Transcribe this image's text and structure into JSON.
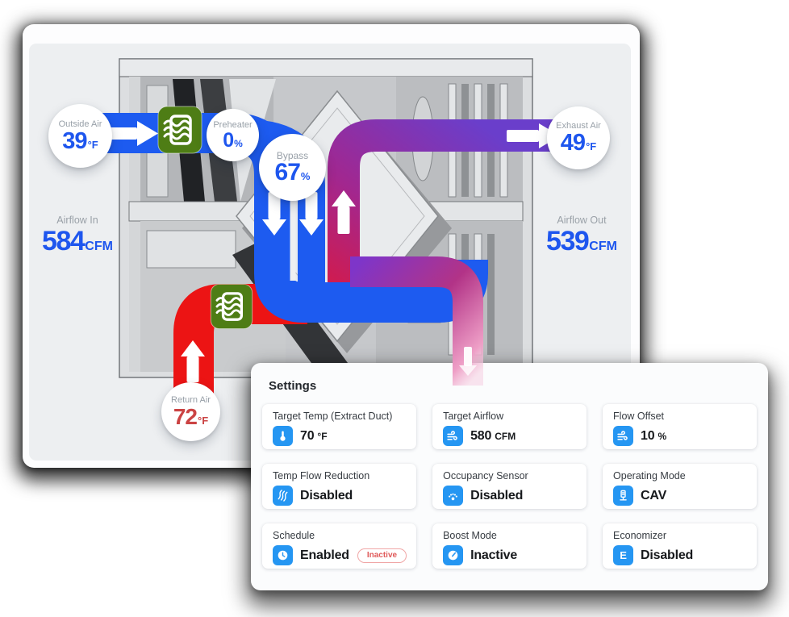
{
  "diagram": {
    "nodes": {
      "outside_air": {
        "label": "Outside Air",
        "value": "39",
        "unit": "°F"
      },
      "preheater": {
        "label": "Preheater",
        "value": "0",
        "unit": "%"
      },
      "bypass": {
        "label": "Bypass",
        "value": "67",
        "unit": "%"
      },
      "exhaust_air": {
        "label": "Exhaust Air",
        "value": "49",
        "unit": "°F"
      },
      "return_air": {
        "label": "Return Air",
        "value": "72",
        "unit": "°F"
      }
    },
    "metrics": {
      "airflow_in": {
        "label": "Airflow In",
        "value": "584",
        "unit": "CFM"
      },
      "airflow_out": {
        "label": "Airflow Out",
        "value": "539",
        "unit": "CFM"
      }
    },
    "colors": {
      "supply_blue": "#1d5bf0",
      "return_red": "#ec1414",
      "exhaust_purple": "#6a3ecb",
      "value_text_blue": "#1e56ee",
      "return_text_red": "#cb4343",
      "filter_green": "#4e7d15"
    }
  },
  "settings": {
    "title": "Settings",
    "accent_blue": "#2596f2",
    "cards": [
      {
        "label": "Target Temp (Extract Duct)",
        "icon": "thermometer-icon",
        "value": "70",
        "unit": "°F"
      },
      {
        "label": "Target Airflow",
        "icon": "airflow-icon",
        "value": "580",
        "unit": "CFM"
      },
      {
        "label": "Flow Offset",
        "icon": "flow-offset-icon",
        "value": "10",
        "unit": "%"
      },
      {
        "label": "Temp Flow Reduction",
        "icon": "temp-flow-reduction-icon",
        "value": "Disabled"
      },
      {
        "label": "Occupancy Sensor",
        "icon": "occupancy-sensor-icon",
        "value": "Disabled"
      },
      {
        "label": "Operating Mode",
        "icon": "operating-mode-icon",
        "value": "CAV"
      },
      {
        "label": "Schedule",
        "icon": "schedule-icon",
        "value": "Enabled",
        "badge": "Inactive"
      },
      {
        "label": "Boost Mode",
        "icon": "boost-mode-icon",
        "value": "Inactive"
      },
      {
        "label": "Economizer",
        "icon": "economizer-icon",
        "icon_letter": "E",
        "value": "Disabled"
      }
    ]
  }
}
